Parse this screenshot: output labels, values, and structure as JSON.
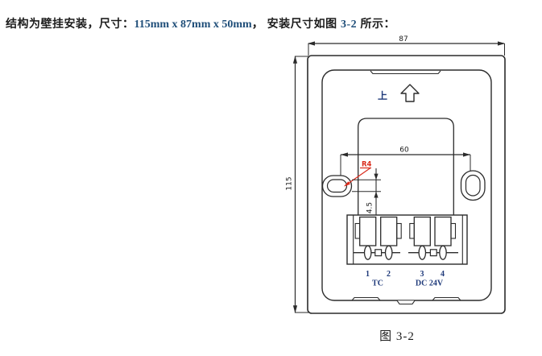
{
  "header": {
    "prefix": "结构为壁挂安装，尺寸：",
    "dimensions": "115mm x 87mm x 50mm",
    "middle": "， 安装尺寸如图 ",
    "figure_ref": "3-2",
    "suffix": " 所示："
  },
  "colors": {
    "line": "#2b2b2b",
    "accent_blue": "#1f4e79",
    "label_navy": "#1f3a7a",
    "leader_red": "#d92b1c"
  },
  "diagram": {
    "dim_width": "87",
    "dim_height": "115",
    "dim_hole_spacing": "60",
    "dim_slot_offset": "4.5",
    "hole_radius_label": "R4",
    "up_label": "上",
    "terminals": {
      "numbers": [
        "1",
        "2",
        "3",
        "4"
      ],
      "group1_label": "TC",
      "group2_label": "DC 24V"
    }
  },
  "caption": "图 3-2"
}
